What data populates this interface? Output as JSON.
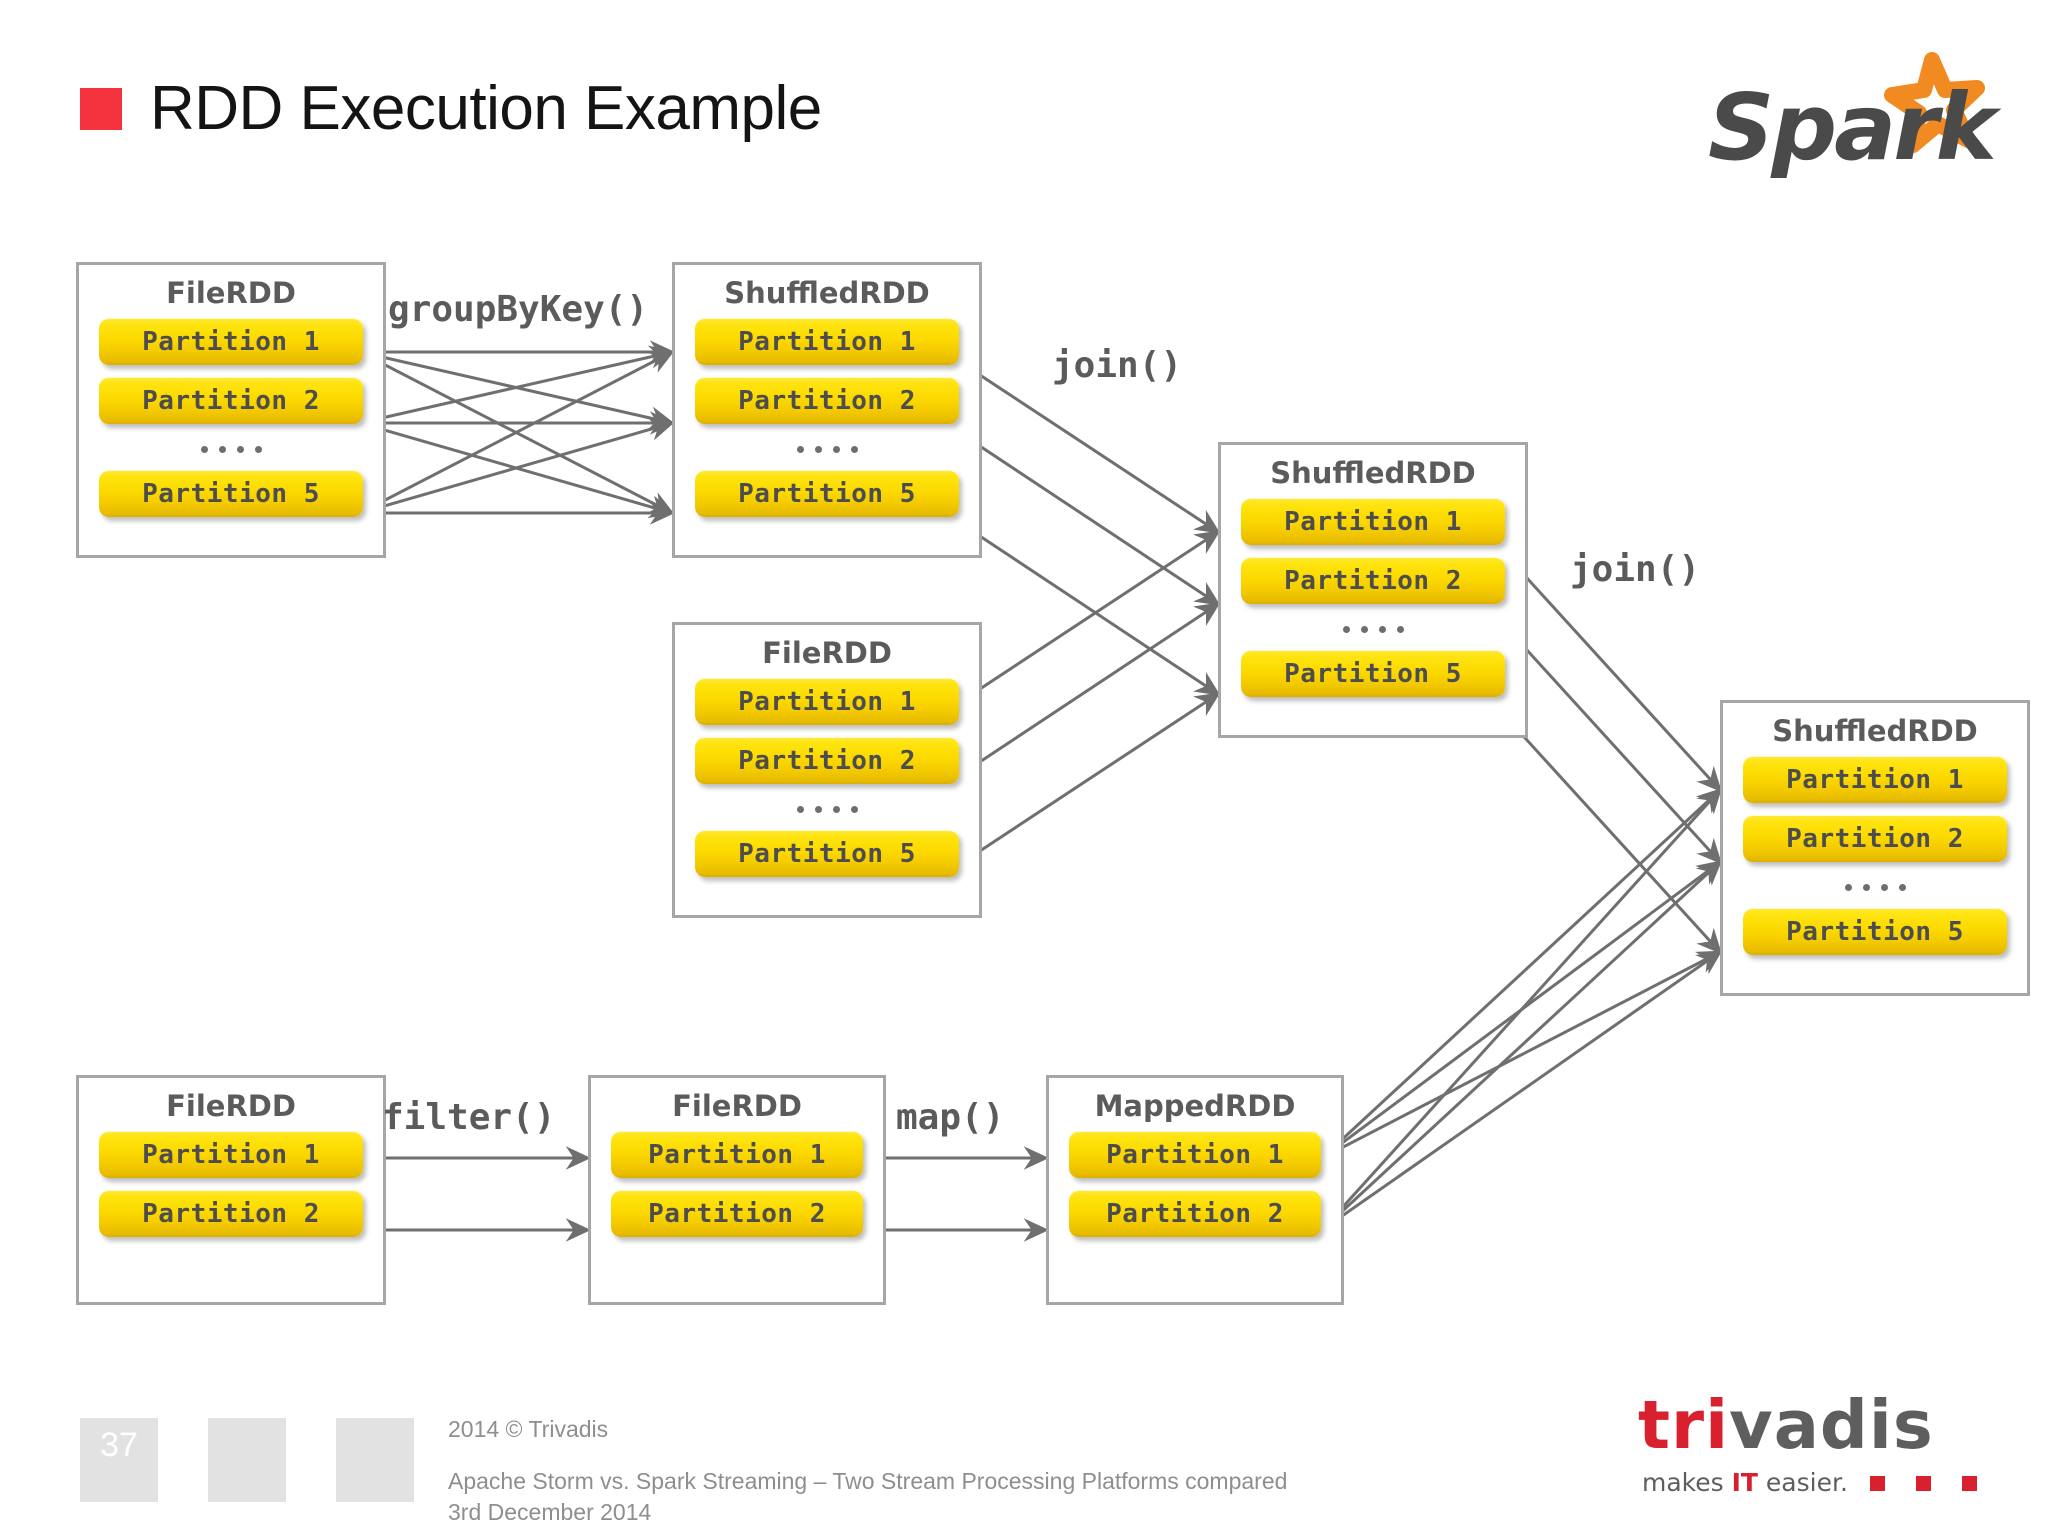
{
  "slide": {
    "title": "RDD Execution Example",
    "bullet_color": "#f5333f",
    "accent_yellow": "#fcd900",
    "border_gray": "#a6a6a6",
    "text_gray": "#5b5b5b"
  },
  "logos": {
    "spark": {
      "word": "Spark",
      "star_color": "#f18a21",
      "word_color": "#4a4a4a"
    },
    "trivadis": {
      "word_red": "tri",
      "word_gray": "vadis",
      "tagline_pre": "makes ",
      "tagline_it": "IT",
      "tagline_post": " easier.",
      "red": "#d8202f",
      "gray": "#5e5e5e"
    }
  },
  "diagram": {
    "boxes": [
      {
        "id": "file-rdd-a",
        "title": "FileRDD",
        "partitions": [
          "Partition 1",
          "Partition 2",
          "Partition 5"
        ],
        "dots_after_index": 1,
        "dots": "...."
      },
      {
        "id": "shuffled-rdd-a",
        "title": "ShuffledRDD",
        "partitions": [
          "Partition 1",
          "Partition 2",
          "Partition 5"
        ],
        "dots_after_index": 1,
        "dots": "...."
      },
      {
        "id": "file-rdd-b",
        "title": "FileRDD",
        "partitions": [
          "Partition 1",
          "Partition 2",
          "Partition 5"
        ],
        "dots_after_index": 1,
        "dots": "...."
      },
      {
        "id": "shuffled-rdd-b",
        "title": "ShuffledRDD",
        "partitions": [
          "Partition 1",
          "Partition 2",
          "Partition 5"
        ],
        "dots_after_index": 1,
        "dots": "...."
      },
      {
        "id": "shuffled-rdd-c",
        "title": "ShuffledRDD",
        "partitions": [
          "Partition 1",
          "Partition 2",
          "Partition 5"
        ],
        "dots_after_index": 1,
        "dots": "...."
      },
      {
        "id": "file-rdd-c",
        "title": "FileRDD",
        "partitions": [
          "Partition 1",
          "Partition 2"
        ],
        "dots_after_index": -1,
        "dots": ""
      },
      {
        "id": "file-rdd-d",
        "title": "FileRDD",
        "partitions": [
          "Partition 1",
          "Partition 2"
        ],
        "dots_after_index": -1,
        "dots": ""
      },
      {
        "id": "mapped-rdd",
        "title": "MappedRDD",
        "partitions": [
          "Partition 1",
          "Partition 2"
        ],
        "dots_after_index": -1,
        "dots": ""
      }
    ],
    "operations": [
      {
        "id": "op-groupbykey",
        "label": "groupByKey()"
      },
      {
        "id": "op-join-1",
        "label": "join()"
      },
      {
        "id": "op-join-2",
        "label": "join()"
      },
      {
        "id": "op-filter",
        "label": "filter()"
      },
      {
        "id": "op-map",
        "label": "map()"
      }
    ]
  },
  "footer": {
    "page_number": "37",
    "copyright": "2014 © Trivadis",
    "deck_title": "Apache Storm vs. Spark Streaming – Two Stream Processing Platforms compared",
    "date": "3rd December 2014"
  }
}
